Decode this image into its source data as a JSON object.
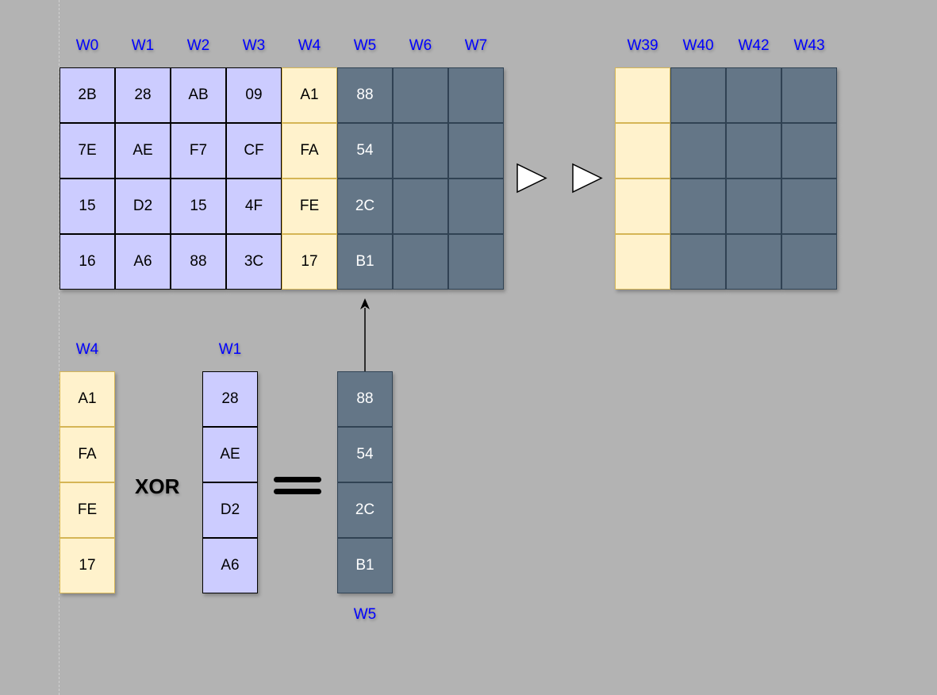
{
  "main_grid": {
    "headers": [
      "W0",
      "W1",
      "W2",
      "W3",
      "W4",
      "W5",
      "W6",
      "W7"
    ],
    "columns": [
      {
        "style": "purple",
        "values": [
          "2B",
          "7E",
          "15",
          "16"
        ]
      },
      {
        "style": "purple",
        "values": [
          "28",
          "AE",
          "D2",
          "A6"
        ]
      },
      {
        "style": "purple",
        "values": [
          "AB",
          "F7",
          "15",
          "88"
        ]
      },
      {
        "style": "purple",
        "values": [
          "09",
          "CF",
          "4F",
          "3C"
        ]
      },
      {
        "style": "yellow",
        "values": [
          "A1",
          "FA",
          "FE",
          "17"
        ]
      },
      {
        "style": "slate",
        "values": [
          "88",
          "54",
          "2C",
          "B1"
        ]
      },
      {
        "style": "slate",
        "values": [
          "",
          "",
          "",
          ""
        ]
      },
      {
        "style": "slate",
        "values": [
          "",
          "",
          "",
          ""
        ]
      }
    ]
  },
  "end_grid": {
    "headers": [
      "W39",
      "W40",
      "W42",
      "W43"
    ],
    "columns": [
      {
        "style": "yellow",
        "values": [
          "",
          "",
          "",
          ""
        ]
      },
      {
        "style": "slate",
        "values": [
          "",
          "",
          "",
          ""
        ]
      },
      {
        "style": "slate",
        "values": [
          "",
          "",
          "",
          ""
        ]
      },
      {
        "style": "slate",
        "values": [
          "",
          "",
          "",
          ""
        ]
      }
    ]
  },
  "operation": {
    "left": {
      "label": "W4",
      "style": "yellow",
      "values": [
        "A1",
        "FA",
        "FE",
        "17"
      ]
    },
    "operator": "XOR",
    "right": {
      "label": "W1",
      "style": "purple",
      "values": [
        "28",
        "AE",
        "D2",
        "A6"
      ]
    },
    "result": {
      "label": "W5",
      "style": "slate",
      "values": [
        "88",
        "54",
        "2C",
        "B1"
      ]
    }
  },
  "colors": {
    "purple_fill": "#ccccff",
    "yellow_fill": "#fff2cc",
    "slate_fill": "#647687",
    "header_text": "#0000ff",
    "background": "#b3b3b3"
  }
}
